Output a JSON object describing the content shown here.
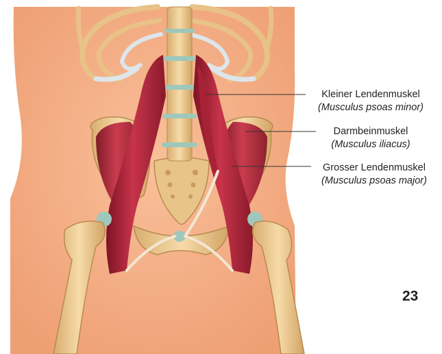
{
  "labels": [
    {
      "common": "Kleiner Lendenmuskel",
      "latin": "(Musculus psoas minor)"
    },
    {
      "common": "Darmbeinmuskel",
      "latin": "(Musculus iliacus)"
    },
    {
      "common": "Grosser Lendenmuskel",
      "latin": "(Musculus psoas major)"
    }
  ],
  "page_number": "23",
  "colors": {
    "skin": "#f6b088",
    "skin_shadow": "#ec9a70",
    "bone": "#f0cf96",
    "bone_shadow": "#c99a5c",
    "muscle": "#b8283b",
    "muscle_dark": "#7d1424",
    "cartilage": "#9ec8bb",
    "rib_cartilage": "#dde6ea",
    "tendon": "#f2e7d4"
  }
}
